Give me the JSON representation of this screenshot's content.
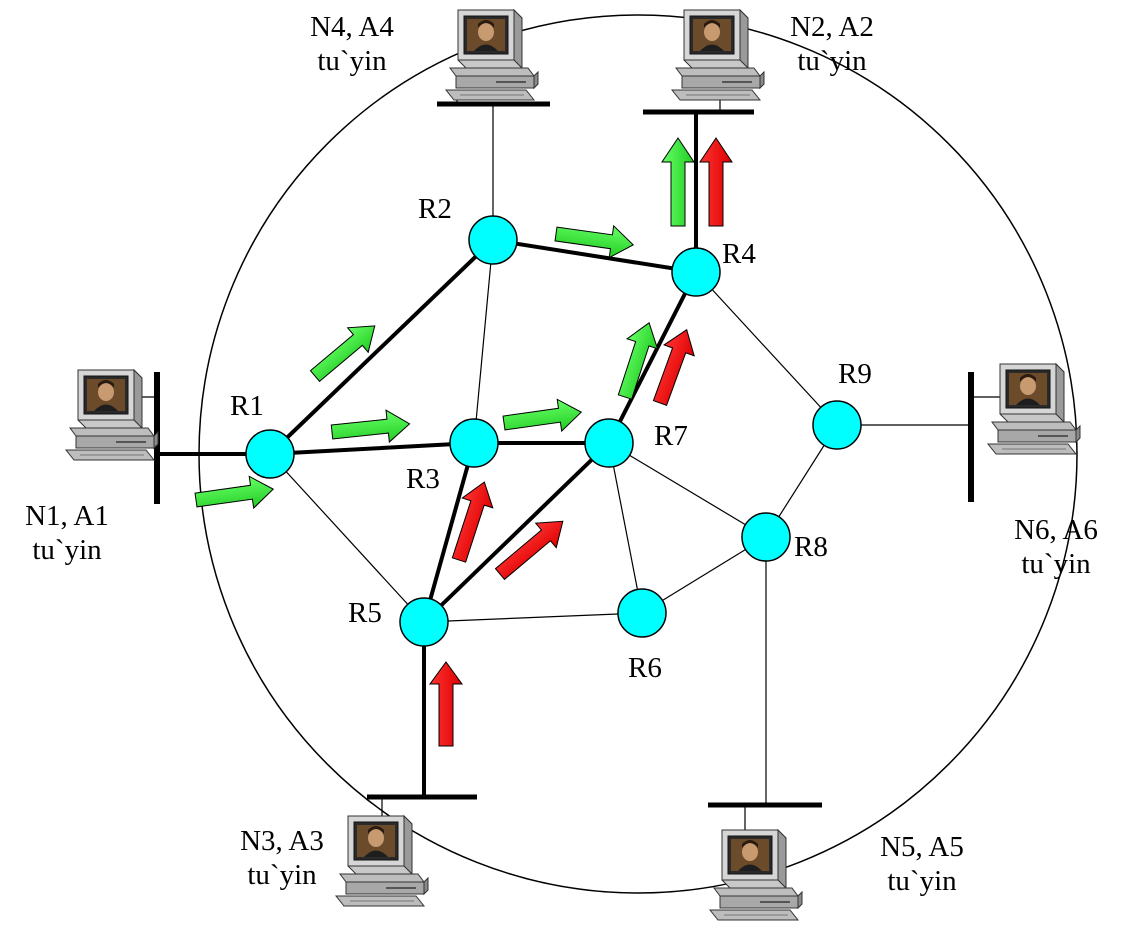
{
  "routers": [
    {
      "id": "r1",
      "label": "R1"
    },
    {
      "id": "r2",
      "label": "R2"
    },
    {
      "id": "r3",
      "label": "R3"
    },
    {
      "id": "r4",
      "label": "R4"
    },
    {
      "id": "r5",
      "label": "R5"
    },
    {
      "id": "r6",
      "label": "R6"
    },
    {
      "id": "r7",
      "label": "R7"
    },
    {
      "id": "r8",
      "label": "R8"
    },
    {
      "id": "r9",
      "label": "R9"
    }
  ],
  "hosts": [
    {
      "id": "n1",
      "name": "N1, A1",
      "sub": "tu`yin",
      "icon": "computer-icon"
    },
    {
      "id": "n2",
      "name": "N2, A2",
      "sub": "tu`yin",
      "icon": "computer-icon"
    },
    {
      "id": "n3",
      "name": "N3, A3",
      "sub": "tu`yin",
      "icon": "computer-icon"
    },
    {
      "id": "n4",
      "name": "N4, A4",
      "sub": "tu`yin",
      "icon": "computer-icon"
    },
    {
      "id": "n5",
      "name": "N5, A5",
      "sub": "tu`yin",
      "icon": "computer-icon"
    },
    {
      "id": "n6",
      "name": "N6, A6",
      "sub": "tu`yin",
      "icon": "computer-icon"
    }
  ],
  "colors": {
    "router_fill": "#00ffff",
    "green_arrow": "#33ff33",
    "red_arrow": "#ff1a1a",
    "line": "#000000"
  }
}
